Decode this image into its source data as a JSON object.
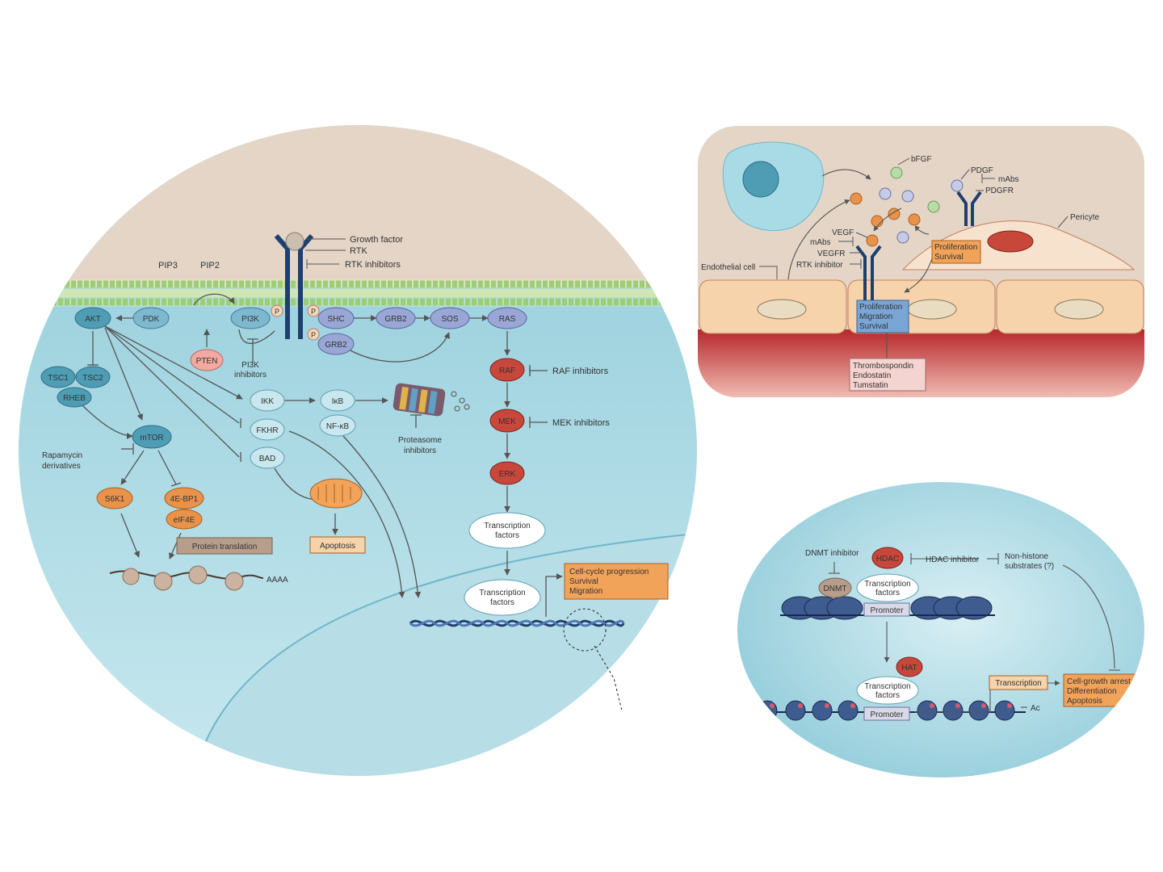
{
  "signalling": {
    "growth_factor": "Growth factor",
    "rtk": "RTK",
    "rtk_inhibitors": "RTK inhibitors",
    "pip3": "PIP3",
    "pip2": "PIP2",
    "p": "P",
    "nodes": {
      "akt": "AKT",
      "pdk": "PDK",
      "pi3k": "PI3K",
      "pten": "PTEN",
      "shc": "SHC",
      "grb2_a": "GRB2",
      "grb2_b": "GRB2",
      "sos": "SOS",
      "ras": "RAS",
      "tsc1": "TSC1",
      "tsc2": "TSC2",
      "rheb": "RHEB",
      "mtor": "mTOR",
      "s6k1": "S6K1",
      "ebp1": "4E-BP1",
      "eif4e": "eIF4E",
      "ikk": "IKK",
      "ikb": "IκB",
      "nfkb": "NF-κB",
      "fkhr": "FKHR",
      "bad": "BAD",
      "raf": "RAF",
      "mek": "MEK",
      "erk": "ERK"
    },
    "pi3k_inhibitors": [
      "PI3K",
      "inhibitors"
    ],
    "rapamycin": [
      "Rapamycin",
      "derivatives"
    ],
    "protein_translation": "Protein translation",
    "aaaa": "AAAA",
    "apoptosis": "Apoptosis",
    "proteasome_inhibitors": [
      "Proteasome",
      "inhibitors"
    ],
    "raf_inhibitors": "RAF inhibitors",
    "mek_inhibitors": "MEK inhibitors",
    "transcription_factors_1": [
      "Transcription",
      "factors"
    ],
    "transcription_factors_2": [
      "Transcription",
      "factors"
    ],
    "outcomes": [
      "Cell-cycle progression",
      "Survival",
      "Migration"
    ]
  },
  "angiogenesis": {
    "bfgf": "bFGF",
    "pdgf": "PDGF",
    "mabs_top": "mAbs",
    "pdgfr": "PDGFR",
    "pericyte": "Pericyte",
    "vegf": "VEGF",
    "mabs_left": "mAbs",
    "vegfr": "VEGFR",
    "rtk_inhibitor": "RTK inhibitor",
    "endothelial_cell": "Endothelial cell",
    "pericyte_box": [
      "Proliferation",
      "Survival"
    ],
    "endo_box": [
      "Proliferation",
      "Migration",
      "Survival"
    ],
    "inhibitors_box": [
      "Thrombospondin",
      "Endostatin",
      "Tumstatin"
    ]
  },
  "epigenetic": {
    "dnmt_inhibitor": "DNMT inhibitor",
    "dnmt": "DNMT",
    "hdac": "HDAC",
    "hdac_inhibitor": "HDAC inhibitor",
    "non_histone": [
      "Non-histone",
      "substrates (?)"
    ],
    "tf_top": [
      "Transcription",
      "factors"
    ],
    "promoter_top": "Promoter",
    "hat": "HAT",
    "tf_bottom": [
      "Transcription",
      "factors"
    ],
    "promoter_bottom": "Promoter",
    "transcription": "Transcription",
    "outcomes": [
      "Cell-growth arrest",
      "Differentiation",
      "Apoptosis"
    ],
    "ac": "Ac"
  },
  "colors": {
    "cytoplasm": "#a9dbe6",
    "membrane_bg": "#e5d6c8",
    "node_blue": "#7eb8cf",
    "node_teal": "#4e9db5",
    "node_red": "#c8473b",
    "node_orange": "#e9924a",
    "box_tan": "#b79e8b",
    "box_orange": "#f2a35a",
    "receptor": "#1f3f6e"
  }
}
